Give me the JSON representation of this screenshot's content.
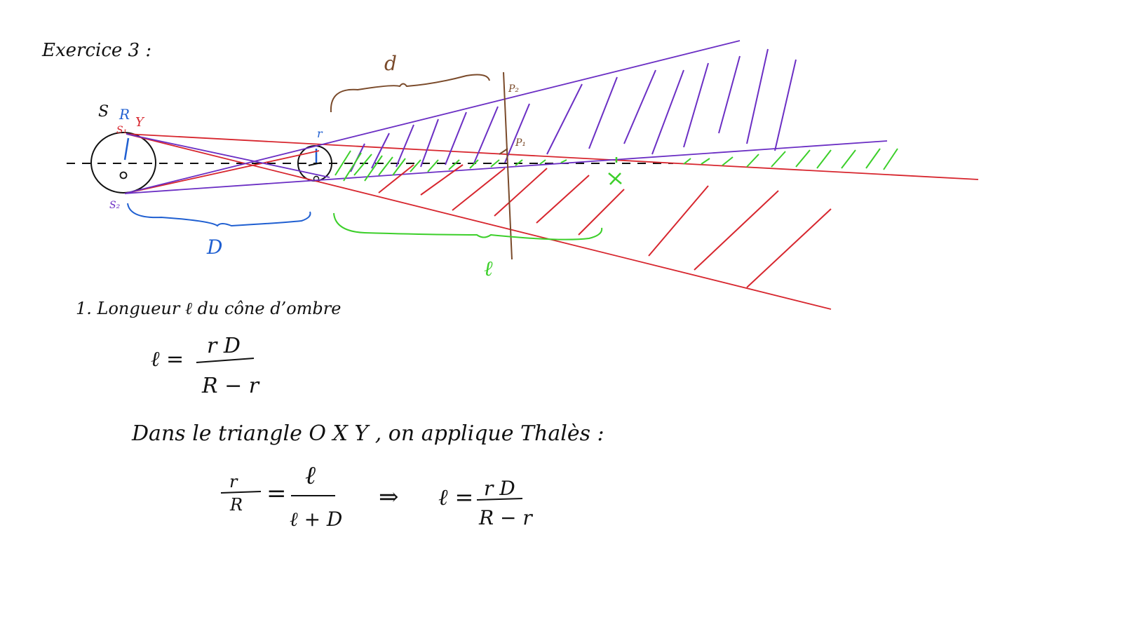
{
  "page": {
    "title": "Exercice 3 :"
  },
  "colors": {
    "ink": "#111111",
    "red": "#d7262e",
    "purple": "#6b2fc4",
    "blue": "#1f5fd1",
    "green": "#3ccf2a",
    "brown": "#7a4a2a"
  },
  "diagram": {
    "labels": {
      "S": "S",
      "R": "R",
      "Y": "Y",
      "S1": "S₁",
      "S2": "S₂",
      "O": "O",
      "r": "r",
      "D": "D",
      "d": "d",
      "l": "ℓ",
      "P1": "P₁",
      "P2": "P₂",
      "X": "X"
    }
  },
  "question": {
    "heading": "1. Longueur ℓ du cône d’ombre",
    "formula1": {
      "lhs": "ℓ =",
      "num": "r D",
      "den": "R − r"
    },
    "sentence": "Dans le triangle O X Y , on applique Thalès :",
    "formula2": {
      "frac1_num": "r",
      "frac1_den": "R",
      "equals": "=",
      "frac2_num": "ℓ",
      "frac2_den": "ℓ + D",
      "implies": "⇒",
      "rhs_lhs": "ℓ =",
      "rhs_num": "r D",
      "rhs_den": "R − r"
    }
  }
}
